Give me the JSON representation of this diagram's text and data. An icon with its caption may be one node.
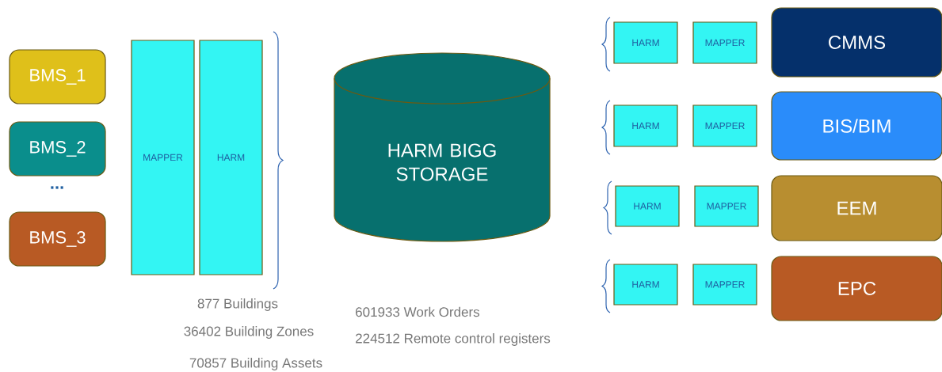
{
  "diagram": {
    "nodes": [
      {
        "text": [
          "BMS_1"
        ]
      },
      {
        "text": [
          "BMS_2"
        ]
      },
      {
        "text": [
          "BMS_3"
        ]
      },
      {
        "text": [
          "MAPPER"
        ]
      },
      {
        "text": [
          "HARM"
        ]
      },
      {
        "text": [
          "HARM BIGG STORAGE"
        ]
      },
      {
        "text": [
          "HARM"
        ]
      },
      {
        "text": [
          "MAPPER"
        ]
      },
      {
        "text": [
          "CMMS"
        ]
      },
      {
        "text": [
          "HARM"
        ]
      },
      {
        "text": [
          "MAPPER"
        ]
      },
      {
        "text": [
          "BIS/BIM"
        ]
      },
      {
        "text": [
          "HARM"
        ]
      },
      {
        "text": [
          "MAPPER"
        ]
      },
      {
        "text": [
          "EEM"
        ]
      },
      {
        "text": [
          "HARM"
        ]
      },
      {
        "text": [
          "MAPPER"
        ]
      },
      {
        "text": [
          "EPC"
        ]
      }
    ],
    "labels": [
      "...",
      "877 Buildings",
      "36402 Building Zones",
      "70857 Building Assets",
      "601933 Work Orders",
      "224512 Remote control registers"
    ]
  }
}
